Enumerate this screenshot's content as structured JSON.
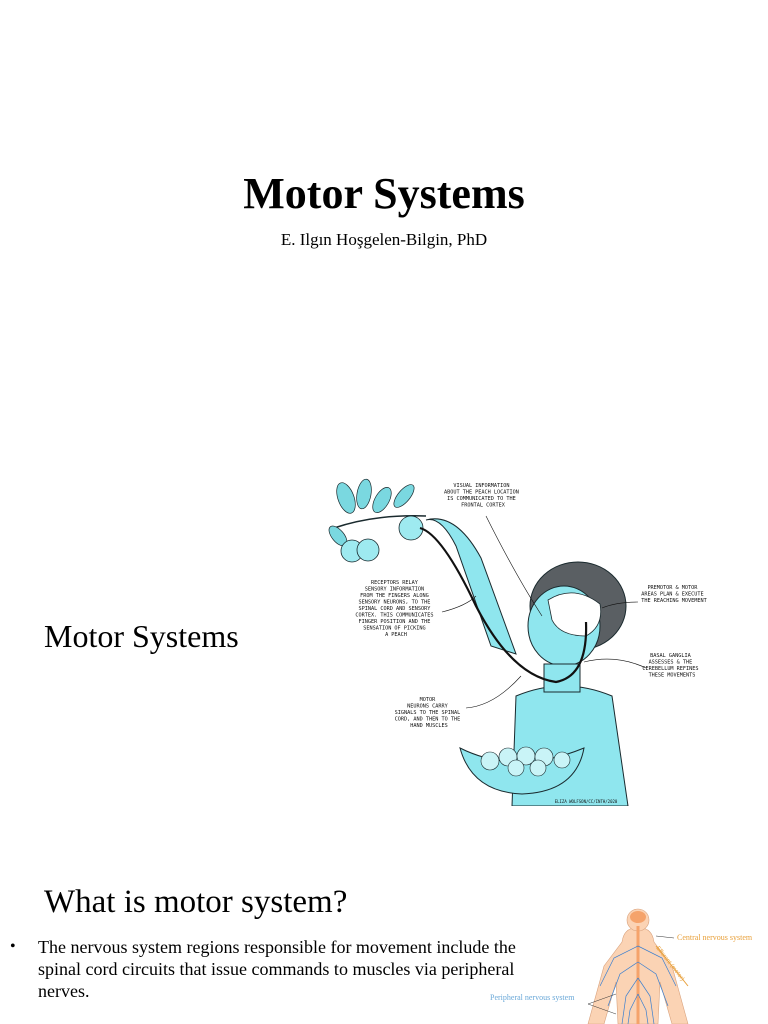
{
  "title_slide": {
    "title": "Motor Systems",
    "author": "E. Ilgın Hoşgelen-Bilgin, PhD"
  },
  "slide2": {
    "title": "Motor Systems",
    "illustration": {
      "visual_label": [
        "VISUAL INFORMATION",
        "ABOUT THE PEACH LOCATION",
        "IS COMMUNICATED TO THE",
        "FRONTAL CORTEX"
      ],
      "receptor_label": [
        "RECEPTORS RELAY",
        "SENSORY INFORMATION",
        "FROM THE FINGERS ALONG",
        "SENSORY NEURONS, TO THE",
        "SPINAL CORD AND SENSORY",
        "CORTEX. THIS COMMUNICATES",
        "FINGER POSITION AND THE",
        "SENSATION OF PICKING",
        "A PEACH"
      ],
      "premotor_label": [
        "PREMOTOR & MOTOR",
        "AREAS PLAN & EXECUTE",
        "THE REACHING MOVEMENT"
      ],
      "basal_label": [
        "BASAL GANGLIA",
        "ASSESSES & THE",
        "CEREBELLUM REFINES",
        "THESE MOVEMENTS"
      ],
      "motor_label": [
        "MOTOR",
        "NEURONS CARRY",
        "SIGNALS TO THE SPINAL",
        "CORD, AND THEN TO THE",
        "HAND MUSCLES"
      ],
      "credit": "ELIZA WOLFSON/CC/INTH/2020"
    }
  },
  "slide3": {
    "title": "What is motor system?",
    "bullet": "The nervous system regions responsible for movement include the spinal cord circuits that issue commands to muscles via peripheral nerves.",
    "figure": {
      "cns_label": "Central nervous system",
      "pns_label": "Peripheral nervous system",
      "efferent_label": "Efferent (motor)"
    }
  },
  "colors": {
    "figure_fill": "#8fe6ee",
    "figure_outline": "#1a2a2e",
    "leaf": "#7ad8e0",
    "brain": "#f5a36b",
    "nerve": "#3a7fd0",
    "cns_text": "#e8a03a",
    "pns_text": "#6aa8d8"
  }
}
